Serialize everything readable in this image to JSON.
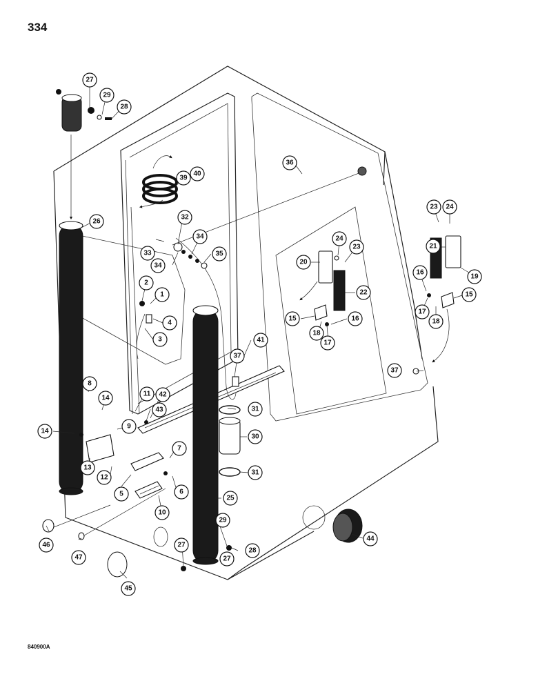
{
  "page": {
    "page_number": "334",
    "figure_code": "840900A"
  },
  "callouts": {
    "c1": "1",
    "c2": "2",
    "c3": "3",
    "c4": "4",
    "c5": "5",
    "c6": "6",
    "c7": "7",
    "c8": "8",
    "c9": "9",
    "c10": "10",
    "c11": "11",
    "c12": "12",
    "c13": "13",
    "c14a": "14",
    "c14b": "14",
    "c15a": "15",
    "c15b": "15",
    "c16a": "16",
    "c16b": "16",
    "c17a": "17",
    "c17b": "17",
    "c18a": "18",
    "c18b": "18",
    "c19": "19",
    "c20": "20",
    "c21": "21",
    "c22": "22",
    "c23a": "23",
    "c23b": "23",
    "c24a": "24",
    "c24b": "24",
    "c25": "25",
    "c26": "26",
    "c27a": "27",
    "c27b": "27",
    "c27c": "27",
    "c28a": "28",
    "c28b": "28",
    "c29a": "29",
    "c29b": "29",
    "c30": "30",
    "c31a": "31",
    "c31b": "31",
    "c32": "32",
    "c33": "33",
    "c34a": "34",
    "c34b": "34",
    "c35": "35",
    "c36": "36",
    "c37a": "37",
    "c37b": "37",
    "c39": "39",
    "c40": "40",
    "c41": "41",
    "c42": "42",
    "c43": "43",
    "c44": "44",
    "c45": "45",
    "c46": "46",
    "c47": "47"
  }
}
